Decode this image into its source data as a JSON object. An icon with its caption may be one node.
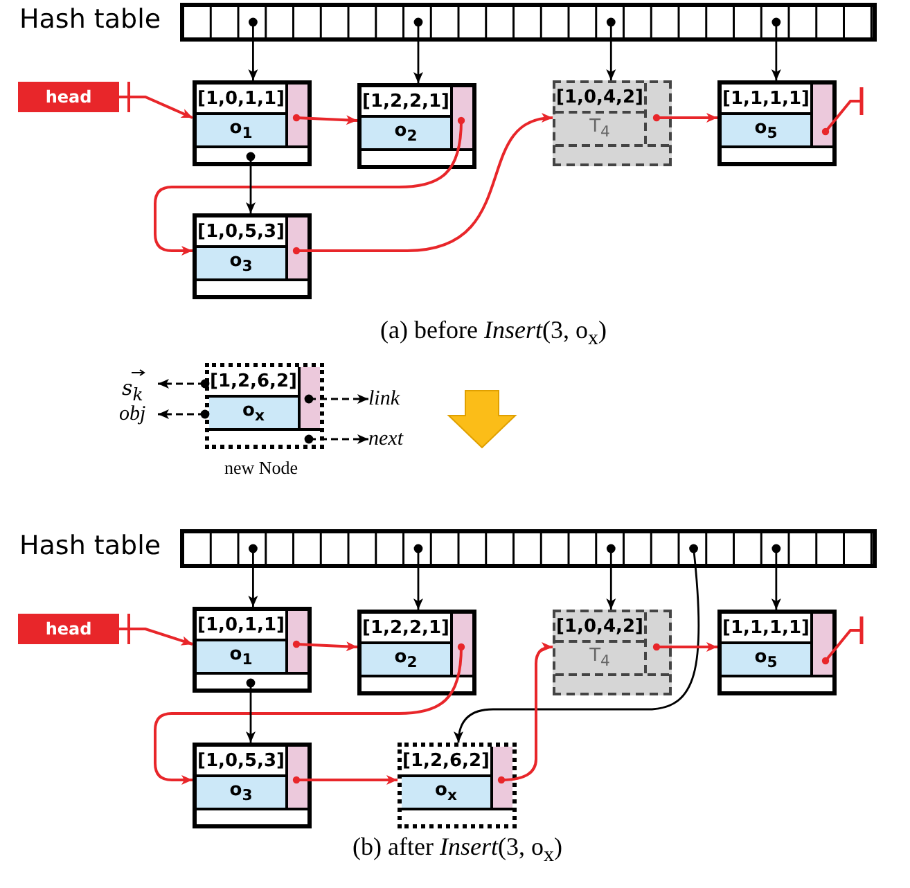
{
  "diagram": {
    "nodes": [
      {
        "text": [
          "Hash table"
        ]
      },
      {
        "text": [
          "head"
        ]
      },
      {
        "text": [
          "[1,0,1,1]",
          "o$_{1}$"
        ]
      },
      {
        "text": [
          "[1,2,2,1]",
          "o$_{2}$"
        ]
      },
      {
        "text": [
          "[1,0,4,2]",
          "T$_{4}$"
        ]
      },
      {
        "text": [
          "[1,1,1,1]",
          "o$_{5}$"
        ]
      },
      {
        "text": [
          "[1,0,5,3]",
          "o$_{3}$"
        ]
      },
      {
        "text": [
          "[1,2,6,2]",
          "o$_{x}$"
        ],
        "beside": [
          "new Node"
        ]
      },
      {
        "text": [
          "s$_{k}$"
        ]
      },
      {
        "text": [
          "obj"
        ]
      },
      {
        "text": [
          "link"
        ]
      },
      {
        "text": [
          "next"
        ]
      },
      {
        "text": [
          "Hash table"
        ]
      },
      {
        "text": [
          "head"
        ]
      },
      {
        "text": [
          "[1,0,1,1]",
          "o$_{1}$"
        ]
      },
      {
        "text": [
          "[1,2,2,1]",
          "o$_{2}$"
        ]
      },
      {
        "text": [
          "[1,0,4,2]",
          "T$_{4}$"
        ]
      },
      {
        "text": [
          "[1,1,1,1]",
          "o$_{5}$"
        ]
      },
      {
        "text": [
          "[1,0,5,3]",
          "o$_{3}$"
        ]
      },
      {
        "text": [
          "[1,2,6,2]",
          "o$_{x}$"
        ]
      }
    ],
    "edges": [
      {
        "from": 0,
        "to": 2,
        "arrow": "to"
      },
      {
        "from": 0,
        "to": 3,
        "arrow": "to"
      },
      {
        "from": 0,
        "to": 4,
        "arrow": "to"
      },
      {
        "from": 0,
        "to": 5,
        "arrow": "to"
      },
      {
        "from": 1,
        "to": 2,
        "arrow": "to",
        "color": "#e8262a"
      },
      {
        "from": 2,
        "to": 3,
        "arrow": "to",
        "color": "#e8262a"
      },
      {
        "from": 3,
        "to": 6,
        "arrow": "to",
        "color": "#e8262a"
      },
      {
        "from": 6,
        "to": 4,
        "arrow": "to",
        "color": "#e8262a"
      },
      {
        "from": 4,
        "to": 5,
        "arrow": "to",
        "color": "#e8262a"
      },
      {
        "from": 2,
        "to": 6,
        "arrow": "to"
      },
      {
        "from": 5,
        "to": null,
        "arrow": "other",
        "color": "#e8262a"
      },
      {
        "from": 7,
        "to": 8,
        "arrow": "to",
        "style": "dashed"
      },
      {
        "from": 7,
        "to": 9,
        "arrow": "to",
        "style": "dashed"
      },
      {
        "from": 7,
        "to": 10,
        "arrow": "to",
        "style": "dashed"
      },
      {
        "from": 7,
        "to": 11,
        "arrow": "to",
        "style": "dashed"
      },
      {
        "from": 12,
        "to": 14,
        "arrow": "to"
      },
      {
        "from": 12,
        "to": 15,
        "arrow": "to"
      },
      {
        "from": 12,
        "to": 16,
        "arrow": "to"
      },
      {
        "from": 12,
        "to": 17,
        "arrow": "to"
      },
      {
        "from": 12,
        "to": 19,
        "arrow": "to"
      },
      {
        "from": 13,
        "to": 14,
        "arrow": "to",
        "color": "#e8262a"
      },
      {
        "from": 14,
        "to": 15,
        "arrow": "to",
        "color": "#e8262a"
      },
      {
        "from": 15,
        "to": 18,
        "arrow": "to",
        "color": "#e8262a"
      },
      {
        "from": 18,
        "to": 19,
        "arrow": "to",
        "color": "#e8262a"
      },
      {
        "from": 19,
        "to": 16,
        "arrow": "to",
        "color": "#e8262a"
      },
      {
        "from": 16,
        "to": 17,
        "arrow": "to",
        "color": "#e8262a"
      },
      {
        "from": 14,
        "to": 18,
        "arrow": "to"
      },
      {
        "from": 17,
        "to": null,
        "arrow": "other",
        "color": "#e8262a"
      }
    ],
    "labels": [
      "(a) before *Insert*(3, o$_{x}$)",
      "(b) after *Insert*(3, o$_{x}$)"
    ]
  }
}
